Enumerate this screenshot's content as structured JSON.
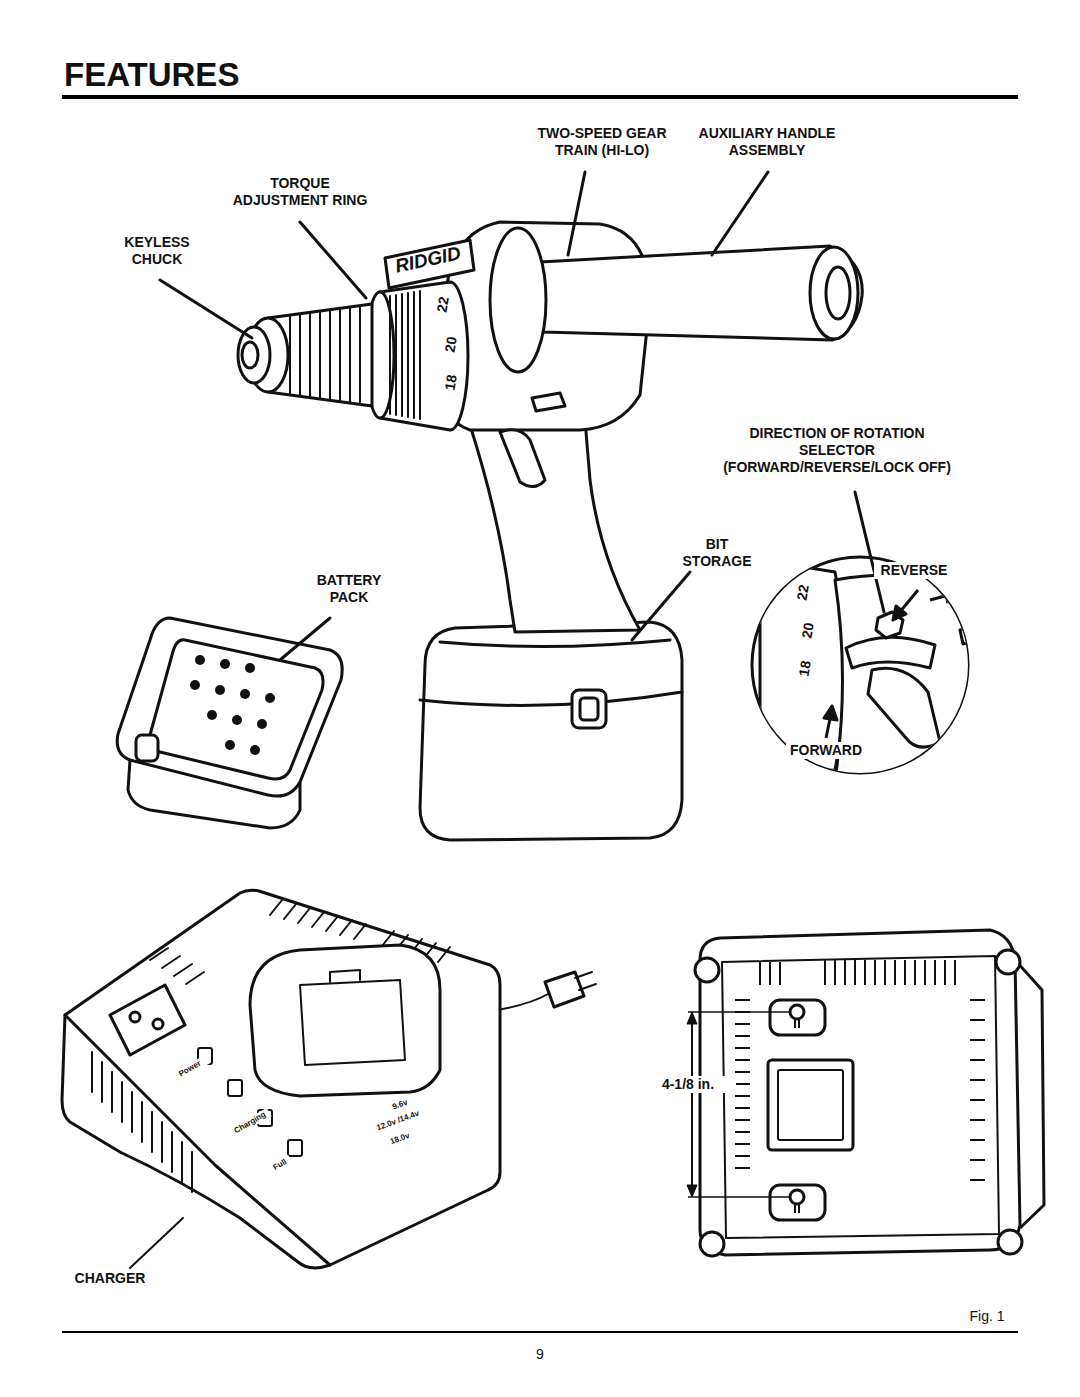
{
  "diagram": {
    "title": "FEATURES",
    "labels": [
      "TWO-SPEED GEAR TRAIN (HI-LO)",
      "AUXILIARY HANDLE ASSEMBLY",
      "TORQUE ADJUSTMENT RING",
      "KEYLESS CHUCK",
      "RIDGID",
      "22",
      "20",
      "18",
      "DIRECTION OF ROTATION SELECTOR (FORWARD/REVERSE/LOCK OFF)",
      "BIT STORAGE",
      "BATTERY PACK",
      "REVERSE",
      "22",
      "20",
      "18",
      "FORWARD",
      "Power",
      "Charging",
      "Full",
      "9.6v",
      "12.0v /14.4v",
      "18.0v",
      "4-1/8 in.",
      "CHARGER",
      "Fig. 1",
      "9"
    ]
  }
}
